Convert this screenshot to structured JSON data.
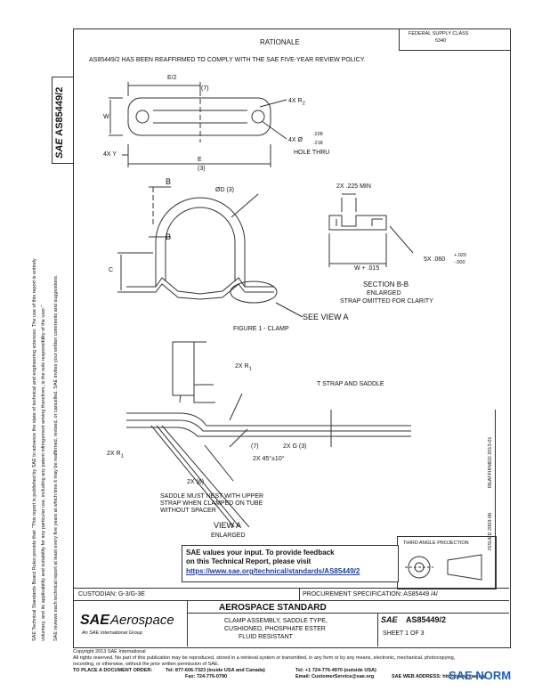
{
  "top_right_box": {
    "line1": "FEDERAL SUPPLY CLASS",
    "line2": "5340"
  },
  "rationale": {
    "heading": "RATIONALE",
    "text": "AS85449/2 HAS BEEN REAFFIRMED TO COMPLY WITH THE SAE FIVE-YEAR REVIEW POLICY."
  },
  "left_margin": {
    "line1": "SAE Technical Standards Board Rules provide that: \"This report is published by SAE to advance the state of technical and engineering sciences. The use of this report is entirely",
    "line2": "voluntary, and its applicability and suitability for any particular use, including any patent infringement arising therefrom, is the sole responsibility of the user.\"",
    "line3": "SAE reviews each technical report at least every five years at which time it may be reaffirmed, revised, or cancelled. SAE invites your written comments and suggestions."
  },
  "doc_number_vertical": "AS85449/2",
  "fig1_labels": {
    "e2": "E/2",
    "n7a": "(7)",
    "w": "W",
    "r2": "4X R",
    "r2_sub": "2",
    "dia": "4X Ø",
    "dia_top": ".228",
    "dia_bot": ".218",
    "hole": "HOLE THRU",
    "y": "4X Y",
    "e": "E",
    "n3": "(3)",
    "b_top": "B",
    "b_mid": "B",
    "od": "ØD (3)",
    "c": "C",
    "see_view_a": "SEE VIEW A",
    "figure1": "FIGURE 1 - CLAMP"
  },
  "section_bb": {
    "min": "2X .225 MIN",
    "w": "W + .015",
    "thk": "5X .060",
    "tol_top": "+.020",
    "tol_bot": "-.000",
    "title": "SECTION B-B",
    "sub1": "ENLARGED",
    "sub2": "STRAP OMITTED FOR CLARITY"
  },
  "view_a": {
    "r1_top": "2X R",
    "r1_sub": "1",
    "t": "T  STRAP AND SADDLE",
    "r1_left": "2X R",
    "n7b": "(7)",
    "g": "2X G (3)",
    "angle": "2X 45°±10°",
    "n6": "2X (6)",
    "note1": "SADDLE MUST NEST WITH UPPER",
    "note2": "STRAP WHEN CLAMPED ON TUBE",
    "note3": "WITHOUT SPACER",
    "title": "VIEW A",
    "sub": "ENLARGED"
  },
  "right_edge_vertical": {
    "issued": "ISSUED 2003-06",
    "reaffirmed": "REAFFIRMED 2013-01"
  },
  "third_angle": "THIRD ANGLE PROJECTION",
  "feedback": {
    "line1": "SAE values your input. To provide feedback",
    "line2": "on this Technical Report, please visit",
    "link": "https://www.sae.org/technical/standards/AS85449/2"
  },
  "custodian": "CUSTODIAN: G-3/G-3E",
  "procurement": "PROCUREMENT SPECIFICATION: AS85449 /4/",
  "title_block": {
    "logo_sae": "SAE",
    "logo_aero": "Aerospace",
    "logo_sub": "An SAE International Group",
    "standard": "AEROSPACE STANDARD",
    "desc1": "CLAMP ASSEMBLY, SADDLE TYPE,",
    "desc2": "CUSHIONED, PHOSPHATE ESTER",
    "desc3": "FLUID RESISTANT",
    "sae_small": "SAE",
    "doc_no": "AS85449/2",
    "sheet": "SHEET 1 OF 3"
  },
  "footer": {
    "copyright": "Copyright 2013 SAE International",
    "rights1": "All rights reserved. No part of this publication may be reproduced, stored in a retrieval system or transmitted, in any form or by any means, electronic, mechanical, photocopying,",
    "rights2": "recording, or otherwise, without the prior written permission of SAE.",
    "order": "TO PLACE A DOCUMENT ORDER:",
    "tel1": "Tel: 877-606-7323 (inside USA and Canada)",
    "tel2": "Tel: +1 724-776-4970 (outside USA)",
    "fax": "Fax: 724-776-0790",
    "email": "Email: CustomerService@sae.org",
    "web": "SAE WEB ADDRESS: http://www.sae.org"
  },
  "watermark": "SAE NORM"
}
